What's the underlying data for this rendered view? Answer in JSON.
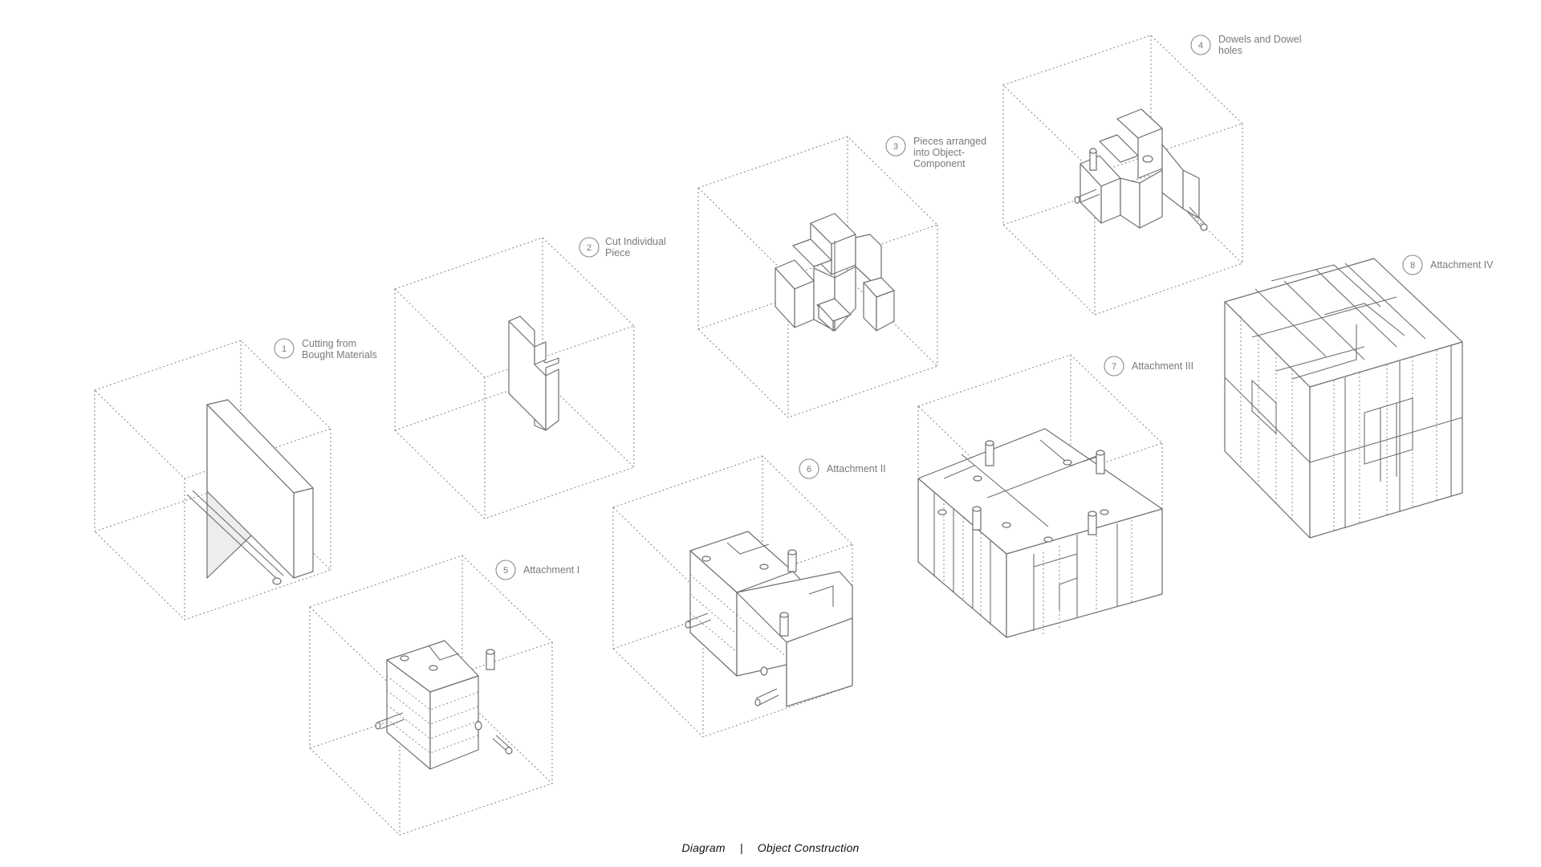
{
  "diagram": {
    "steps": [
      {
        "number": "1",
        "label_lines": [
          "Cutting from",
          "Bought Materials"
        ]
      },
      {
        "number": "2",
        "label_lines": [
          "Cut Individual",
          "Piece"
        ]
      },
      {
        "number": "3",
        "label_lines": [
          "Pieces arranged",
          "into Object-",
          "Component"
        ]
      },
      {
        "number": "4",
        "label_lines": [
          "Dowels and Dowel",
          "holes"
        ]
      },
      {
        "number": "5",
        "label_lines": [
          "Attachment I"
        ]
      },
      {
        "number": "6",
        "label_lines": [
          "Attachment II"
        ]
      },
      {
        "number": "7",
        "label_lines": [
          "Attachment III"
        ]
      },
      {
        "number": "8",
        "label_lines": [
          "Attachment IV"
        ]
      }
    ]
  },
  "caption": {
    "left": "Diagram",
    "separator": "|",
    "right": "Object Construction"
  },
  "colors": {
    "stroke": "#6f6f6f",
    "dotted": "#8e8e8e",
    "text": "#7a7a7a",
    "caption": "#111111"
  }
}
